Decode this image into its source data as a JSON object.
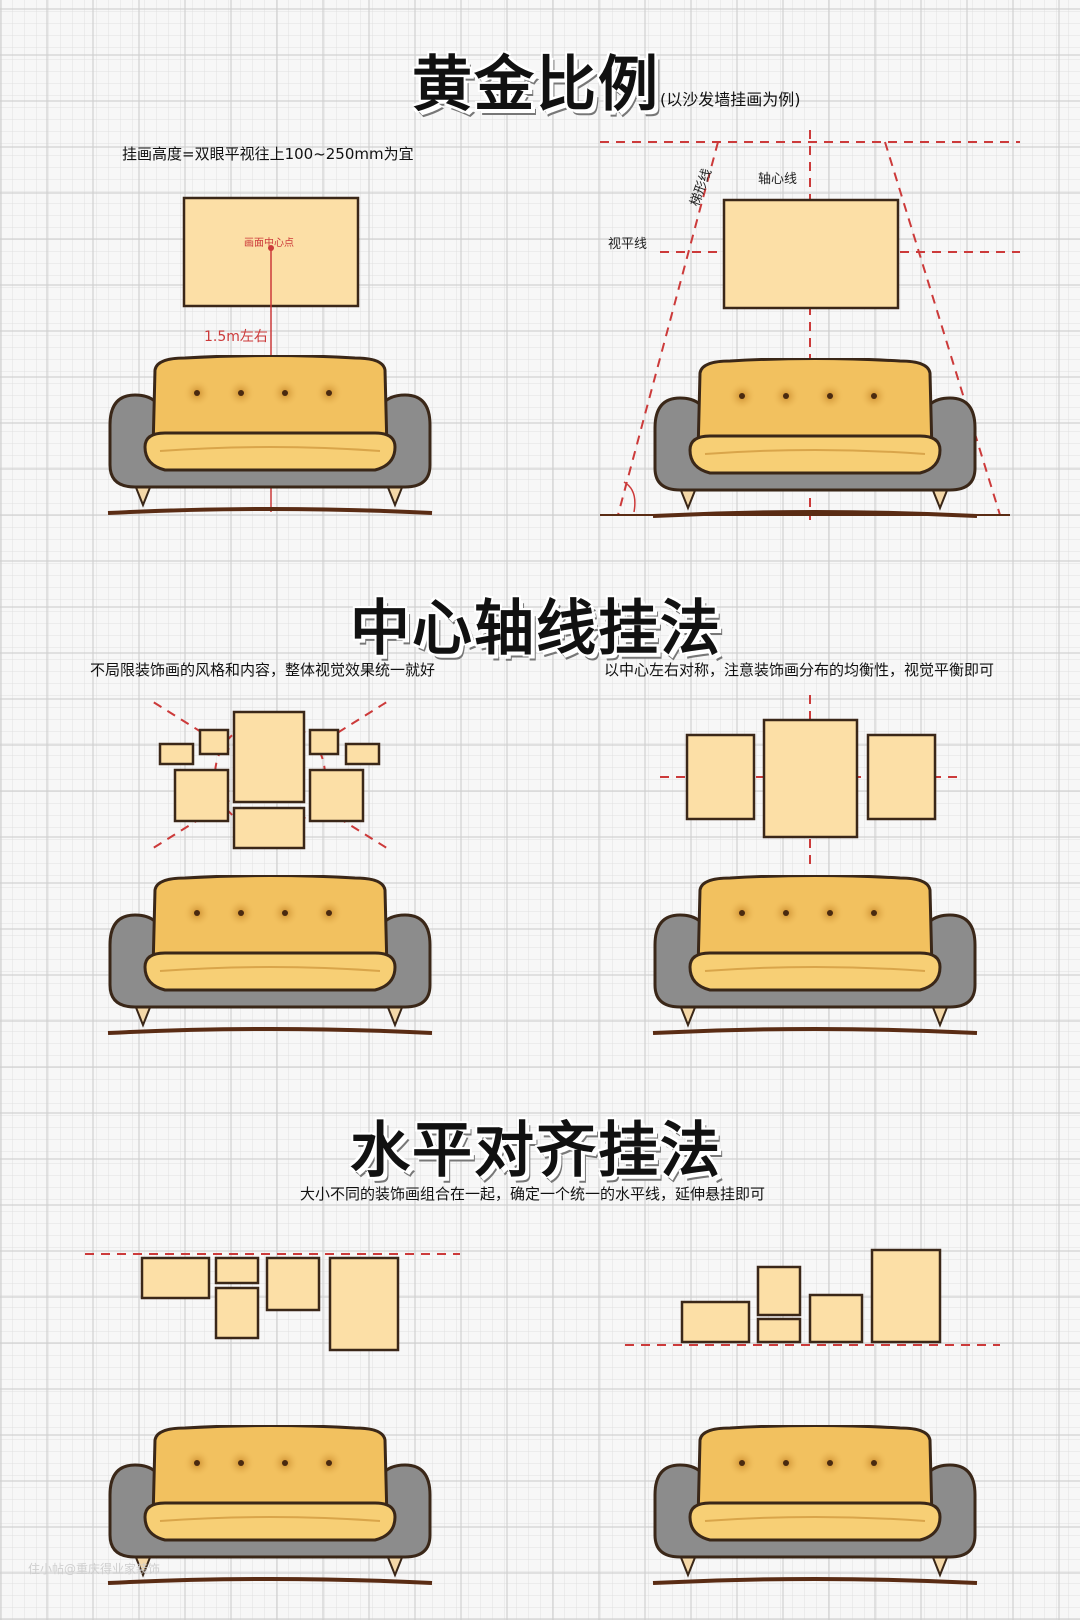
{
  "colors": {
    "frame_fill": "#fcdfa6",
    "frame_stroke": "#3a2718",
    "guide_red": "#cc3a3a",
    "sofa_cushion": "#f2c15f",
    "sofa_base": "#8c8c8c",
    "floor": "#5a2c14"
  },
  "section1": {
    "title": "黄金比例",
    "subtitle": "(以沙发墙挂画为例)",
    "caption_left": "挂画高度=双眼平视往上100~250mm为宜",
    "center_point_label": "画面中心点",
    "height_label": "1.5m左右",
    "trapezoid_label": "梯形线",
    "axis_label": "轴心线",
    "eye_level_label": "视平线"
  },
  "section2": {
    "title": "中心轴线挂法",
    "caption_left": "不局限装饰画的风格和内容，整体视觉效果统一就好",
    "caption_right": "以中心左右对称，注意装饰画分布的均衡性，视觉平衡即可"
  },
  "section3": {
    "title": "水平对齐挂法",
    "caption": "大小不同的装饰画组合在一起，确定一个统一的水平线，延伸悬挂即可"
  },
  "watermark": "住小帖@重庆得业家装饰"
}
